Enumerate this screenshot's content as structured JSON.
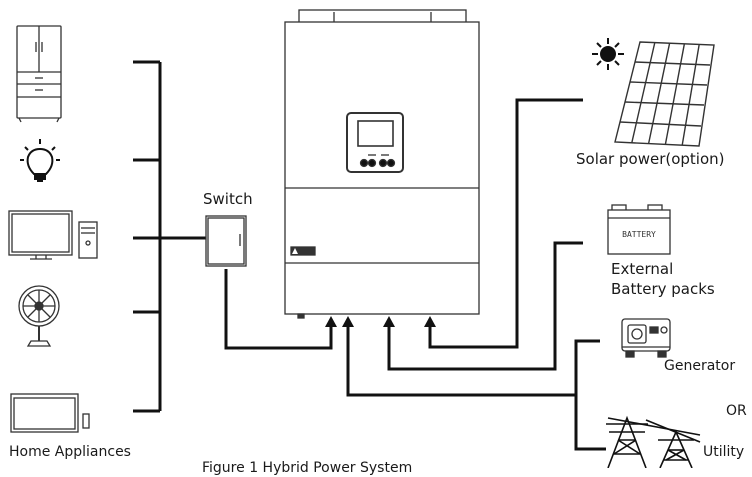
{
  "labels": {
    "switch": "Switch",
    "solar": "Solar power(option)",
    "battery_line1": "External",
    "battery_line2": "Battery packs",
    "generator": "Generator",
    "or": "OR",
    "utility": "Utility",
    "home": "Home Appliances",
    "battery_box_text": "BATTERY"
  },
  "caption": "Figure 1 Hybrid Power System",
  "icons": [
    "refrigerator-icon",
    "light-bulb-icon",
    "tv-computer-icon",
    "fan-icon",
    "tablet-icon",
    "switch-box-icon",
    "inverter-icon",
    "sun-icon",
    "solar-panel-icon",
    "battery-icon",
    "generator-icon",
    "power-tower-icon"
  ],
  "colors": {
    "line": "#111111",
    "stroke": "#333333"
  }
}
